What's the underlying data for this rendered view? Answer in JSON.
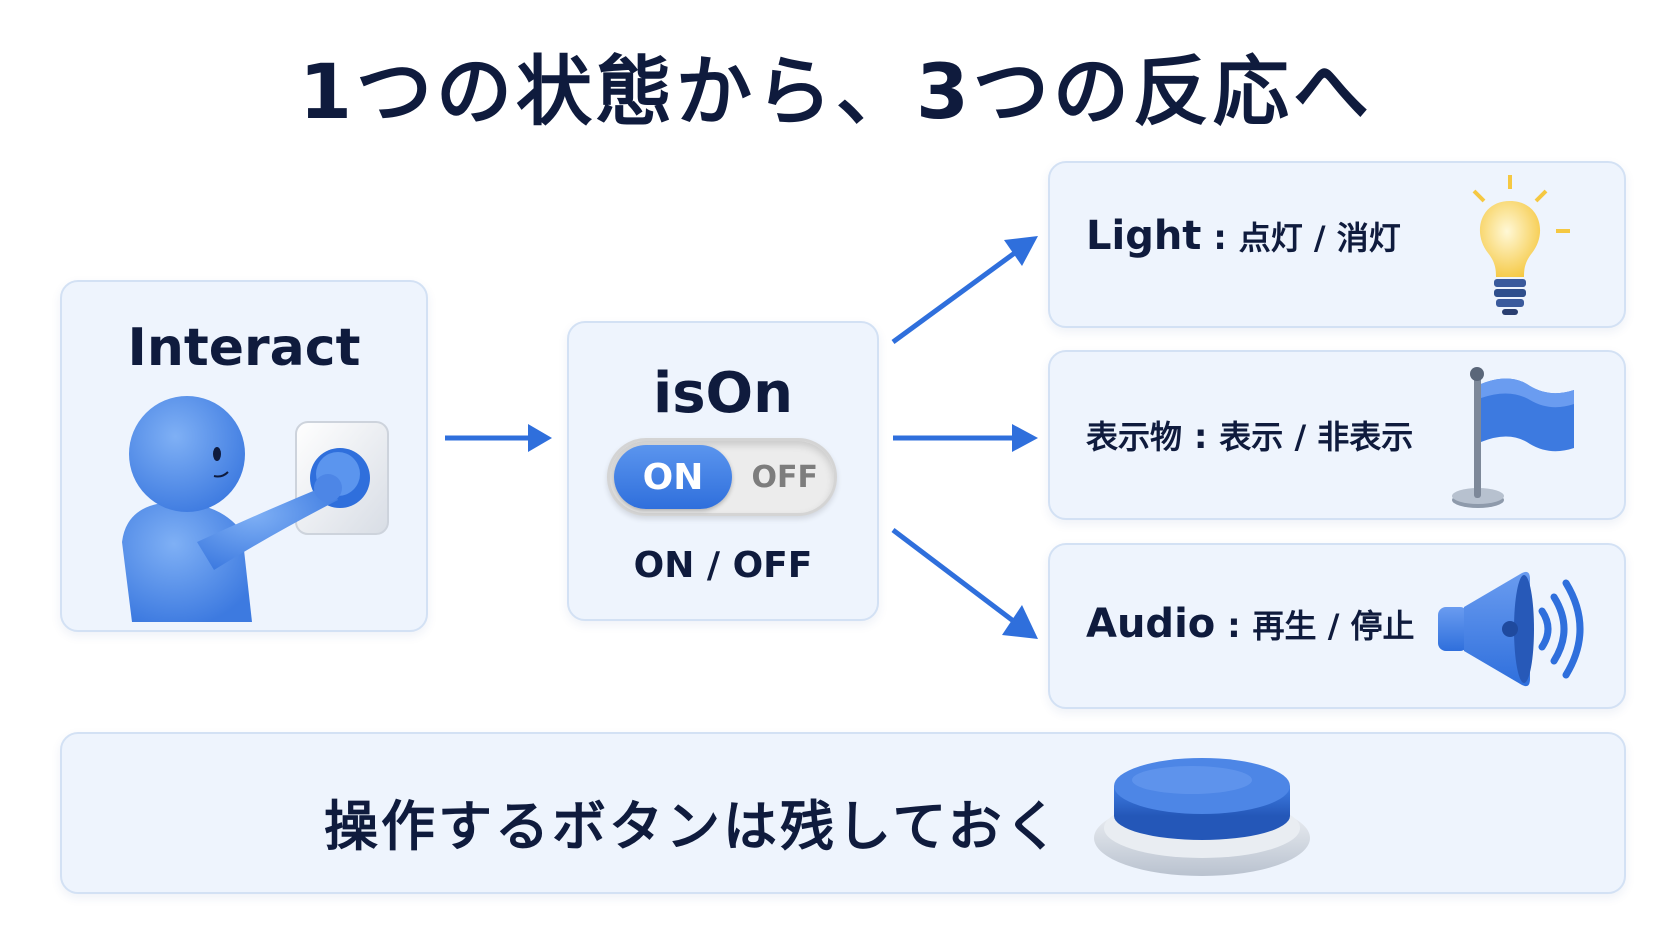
{
  "title": "1つの状態から、3つの反応へ",
  "interact": {
    "label": "Interact"
  },
  "state": {
    "label": "isOn",
    "toggle_on": "ON",
    "toggle_off": "OFF",
    "values": "ON / OFF"
  },
  "effects": [
    {
      "name": "Light",
      "sep": " : ",
      "states": "点灯 / 消灯",
      "icon": "lightbulb-icon"
    },
    {
      "name": "表示物",
      "sep": " : ",
      "states": "表示 / 非表示",
      "icon": "flag-icon"
    },
    {
      "name": "Audio",
      "sep": " : ",
      "states": "再生 / 停止",
      "icon": "speaker-icon"
    }
  ],
  "bottom": {
    "label": "操作するボタンは残しておく",
    "icon": "push-button-icon"
  },
  "colors": {
    "accent": "#2f6fdc",
    "card_bg": "#eef4fd",
    "text": "#0f1b3d",
    "bulb": "#f5c842"
  }
}
